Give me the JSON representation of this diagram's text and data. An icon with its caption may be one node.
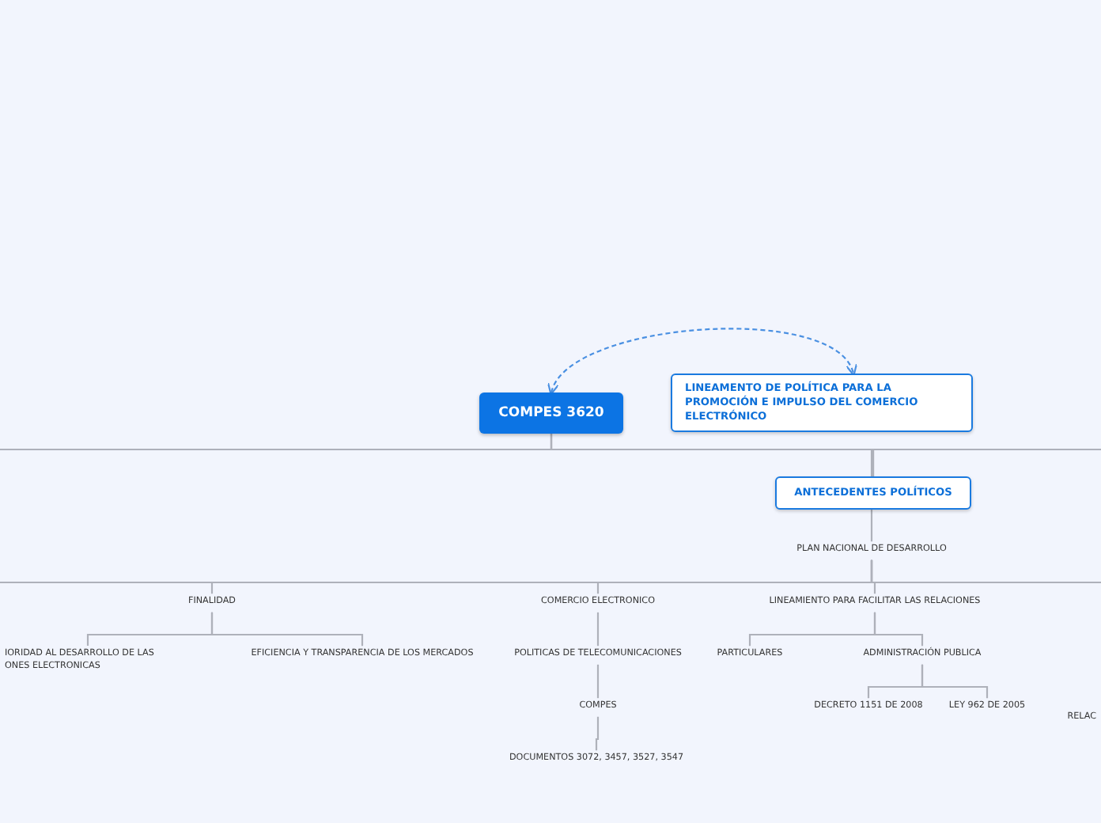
{
  "diagram": {
    "nodes": [
      {
        "text": [
          "COMPES 3620"
        ]
      },
      {
        "text": [
          "LINEAMENTO DE POLÍTICA PARA LA PROMOCIÓN E IMPULSO DEL COMERCIO ELECTRÓNICO"
        ]
      },
      {
        "text": [
          "ANTECEDENTES POLÍTICOS"
        ]
      },
      {
        "text": [
          "PLAN NACIONAL DE DESARROLLO"
        ]
      },
      {
        "text": [
          "FINALIDAD"
        ]
      },
      {
        "text": [
          "IORIDAD AL DESARROLLO DE LAS ONES ELECTRONICAS"
        ]
      },
      {
        "text": [
          "EFICIENCIA Y TRANSPARENCIA DE LOS MERCADOS"
        ]
      },
      {
        "text": [
          "COMERCIO ELECTRONICO"
        ]
      },
      {
        "text": [
          "POLITICAS DE TELECOMUNICACIONES"
        ]
      },
      {
        "text": [
          "COMPES"
        ]
      },
      {
        "text": [
          "DOCUMENTOS 3072, 3457, 3527, 3547"
        ]
      },
      {
        "text": [
          "LINEAMIENTO PARA FACILITAR LAS RELACIONES"
        ]
      },
      {
        "text": [
          "PARTICULARES"
        ]
      },
      {
        "text": [
          "ADMINISTRACIÓN PUBLICA"
        ]
      },
      {
        "text": [
          "DECRETO 1151 DE 2008"
        ]
      },
      {
        "text": [
          "LEY 962 DE 2005"
        ]
      },
      {
        "text": [
          "RELAC"
        ]
      }
    ],
    "edges": [
      {
        "from": 0,
        "to": 1,
        "arrow": "both",
        "style": "dashed",
        "color": "#4a90e2"
      },
      {
        "from": 0,
        "to": 2,
        "arrow": "none"
      },
      {
        "from": 0,
        "to": null,
        "arrow": "none"
      },
      {
        "from": 0,
        "to": null,
        "arrow": "none"
      },
      {
        "from": 2,
        "to": 3,
        "arrow": "none"
      },
      {
        "from": 3,
        "to": 4,
        "arrow": "none"
      },
      {
        "from": 3,
        "to": 7,
        "arrow": "none"
      },
      {
        "from": 3,
        "to": 11,
        "arrow": "none"
      },
      {
        "from": 3,
        "to": null,
        "arrow": "none"
      },
      {
        "from": 3,
        "to": null,
        "arrow": "none"
      },
      {
        "from": 4,
        "to": 5,
        "arrow": "none"
      },
      {
        "from": 4,
        "to": 6,
        "arrow": "none"
      },
      {
        "from": 7,
        "to": 8,
        "arrow": "none"
      },
      {
        "from": 8,
        "to": 9,
        "arrow": "none"
      },
      {
        "from": 9,
        "to": 10,
        "arrow": "none"
      },
      {
        "from": 11,
        "to": 12,
        "arrow": "none"
      },
      {
        "from": 11,
        "to": 13,
        "arrow": "none"
      },
      {
        "from": 13,
        "to": 14,
        "arrow": "none"
      },
      {
        "from": 13,
        "to": 15,
        "arrow": "none"
      }
    ]
  }
}
